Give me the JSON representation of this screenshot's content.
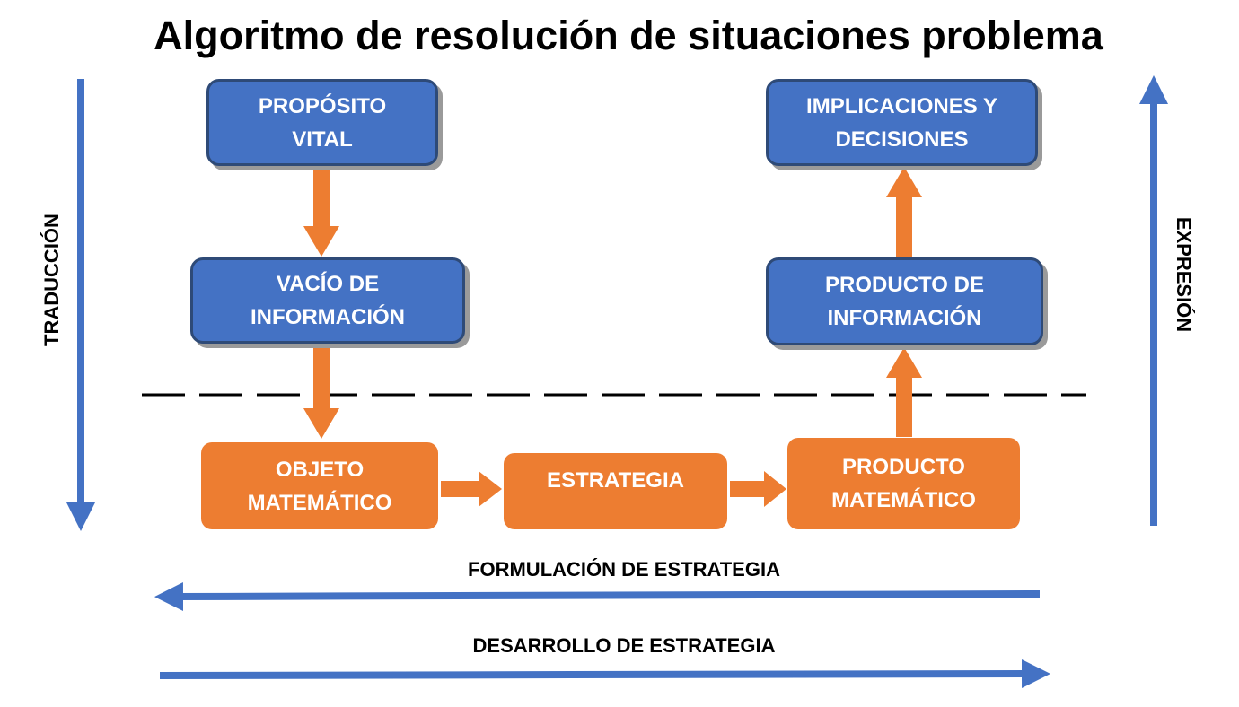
{
  "title": "Algoritmo de resolución de situaciones problema",
  "boxes": {
    "proposito": "PROPÓSITO\nVITAL",
    "vacio": "VACÍO DE\nINFORMACIÓN",
    "objeto": "OBJETO\nMATEMÁTICO",
    "estrategia": "ESTRATEGIA",
    "producto_matematico": "PRODUCTO\nMATEMÁTICO",
    "producto_informacion": "PRODUCTO DE\nINFORMACIÓN",
    "implicaciones": "IMPLICACIONES Y\nDECISIONES"
  },
  "labels": {
    "traduccion": "TRADUCCIÓN",
    "expresion": "EXPRESIÓN",
    "formulacion": "FORMULACIÓN DE ESTRATEGIA",
    "desarrollo": "DESARROLLO DE ESTRATEGIA"
  },
  "colors": {
    "blue": "#4472C4",
    "orange": "#ED7D31"
  }
}
